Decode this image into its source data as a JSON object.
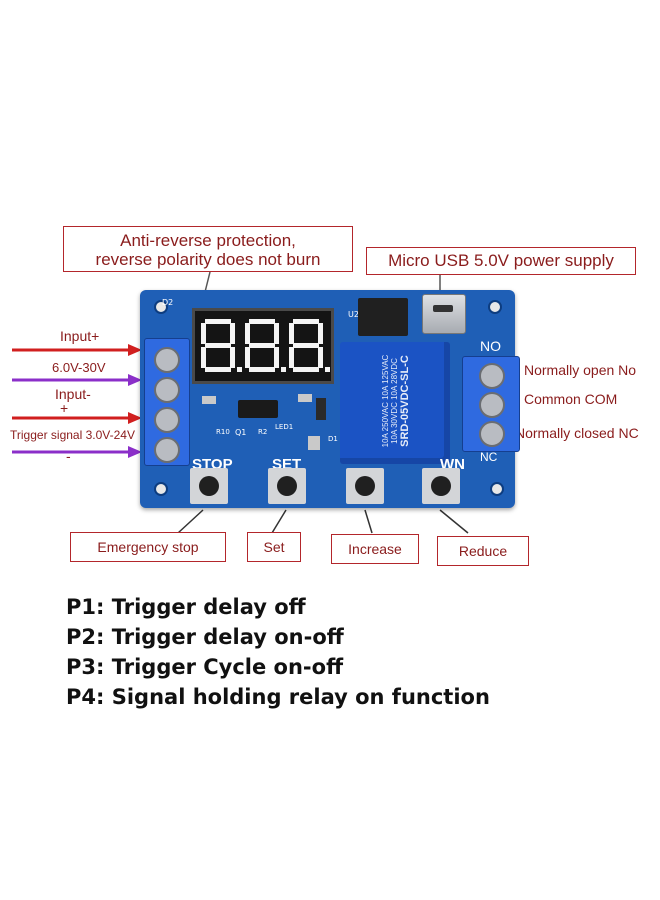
{
  "callouts": {
    "anti_reverse_line1": "Anti-reverse protection,",
    "anti_reverse_line2": "reverse polarity does not burn",
    "usb": "Micro USB 5.0V power supply"
  },
  "left_labels": {
    "input_plus": "Input+",
    "voltage": "6.0V-30V",
    "input_minus": "Input-",
    "plus": "+",
    "trigger": "Trigger signal 3.0V-24V",
    "minus": "-"
  },
  "right_labels": {
    "no": "Normally open No",
    "com": "Common COM",
    "nc": "Normally closed NC"
  },
  "board": {
    "display": "8.8.8.",
    "relay_text1": "10A 250VAC  10A 125VAC",
    "relay_text2": "10A 30VDC  10A 28VDC",
    "relay_model": "SRD-05VDC-SL-C",
    "terminal_no": "NO",
    "terminal_nc": "NC",
    "btn_stop": "STOP",
    "btn_set": "SET",
    "btn_down": "WN",
    "silk_d2": "D2",
    "silk_u2": "U2",
    "silk_q1": "Q1",
    "silk_r10": "R10",
    "silk_r2": "R2",
    "silk_led1": "LED1",
    "silk_d1": "D1"
  },
  "button_callouts": {
    "stop": "Emergency stop",
    "set": "Set",
    "up": "Increase",
    "down": "Reduce"
  },
  "modes": [
    "P1: Trigger delay off",
    "P2: Trigger delay on-off",
    "P3: Trigger Cycle on-off",
    "P4: Signal holding relay on function"
  ],
  "colors": {
    "pcb": "#1f5fb6",
    "terminal": "#2f6ae0",
    "relay": "#1b53c4",
    "callout_border": "#b3262b",
    "arrow_red": "#d11f1f",
    "arrow_purple": "#8b2fc9"
  }
}
